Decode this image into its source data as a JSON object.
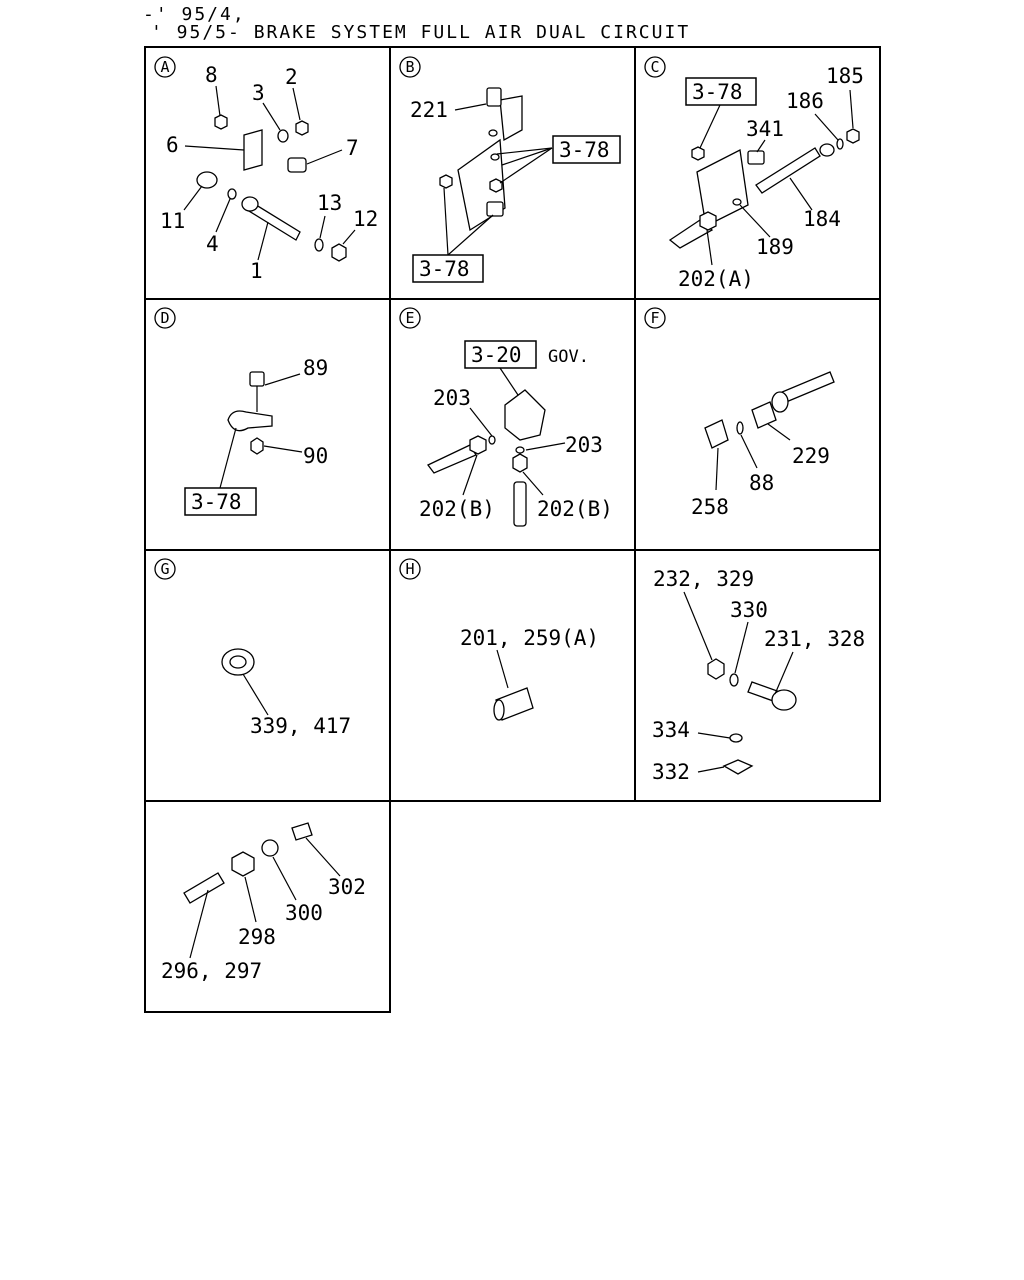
{
  "header": {
    "line1": "-' 95/4,",
    "line2": "' 95/5- BRAKE SYSTEM FULL AIR DUAL CIRCUIT"
  },
  "panels": {
    "A": {
      "letter": "A",
      "labels": [
        "8",
        "3",
        "2",
        "6",
        "7",
        "11",
        "4",
        "1",
        "13",
        "12"
      ]
    },
    "B": {
      "letter": "B",
      "labels": [
        "221",
        "3-78",
        "3-78"
      ]
    },
    "C": {
      "letter": "C",
      "labels": [
        "3-78",
        "185",
        "186",
        "341",
        "184",
        "189",
        "202(A)"
      ]
    },
    "D": {
      "letter": "D",
      "labels": [
        "89",
        "90",
        "3-78"
      ]
    },
    "E": {
      "letter": "E",
      "labels": [
        "3-20",
        "GOV.",
        "203",
        "203",
        "202(B)",
        "202(B)"
      ]
    },
    "F": {
      "letter": "F",
      "labels": [
        "229",
        "88",
        "258"
      ]
    },
    "G": {
      "letter": "G",
      "labels": [
        "339, 417"
      ]
    },
    "H": {
      "letter": "H",
      "labels": [
        "201, 259(A)"
      ]
    },
    "I": {
      "labels": [
        "232, 329",
        "330",
        "231, 328",
        "334",
        "332"
      ]
    },
    "J": {
      "labels": [
        "302",
        "300",
        "298",
        "296, 297"
      ]
    }
  }
}
